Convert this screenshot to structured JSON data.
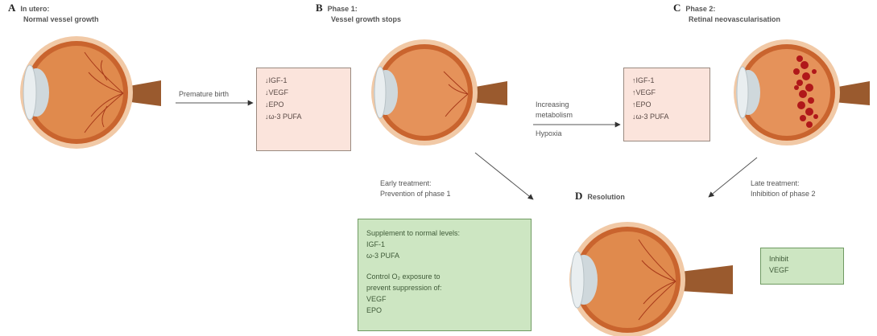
{
  "panels": {
    "a": {
      "letter": "A",
      "title": "In utero:",
      "subtitle": "Normal vessel growth"
    },
    "b": {
      "letter": "B",
      "title": "Phase 1:",
      "subtitle": "Vessel growth stops"
    },
    "c": {
      "letter": "C",
      "title": "Phase 2:",
      "subtitle": "Retinal neovascularisation"
    },
    "d": {
      "letter": "D",
      "title": "Resolution"
    }
  },
  "arrows": {
    "a_to_b": "Premature birth",
    "b_to_c_top": [
      "Increasing",
      "metabolism"
    ],
    "b_to_c_bottom": "Hypoxia",
    "early": [
      "Early treatment:",
      "Prevention of phase 1"
    ],
    "late": [
      "Late treatment:",
      "Inhibition of phase 2"
    ]
  },
  "boxes": {
    "phase1": [
      "↓IGF-1",
      "↓VEGF",
      "↓EPO",
      "↓ω-3 PUFA"
    ],
    "phase2": [
      "↑IGF-1",
      "↑VEGF",
      "↑EPO",
      "↓ω-3 PUFA"
    ],
    "supplement": {
      "lines_top": [
        "Supplement to normal levels:",
        "IGF-1",
        "ω-3 PUFA"
      ],
      "lines_bottom": [
        "Control O₂ exposure to",
        "prevent suppression of:",
        "VEGF",
        "EPO"
      ]
    },
    "inhibit": [
      "Inhibit",
      "VEGF"
    ]
  },
  "colors": {
    "sclera": "#f1c9a6",
    "choroid": "#c9642e",
    "lens": "#cfd8dc",
    "nerve": "#9a5a2e",
    "neovascular": "#b0181a",
    "pink_box": "#fbe4dc",
    "green_box": "#cde6c2"
  }
}
